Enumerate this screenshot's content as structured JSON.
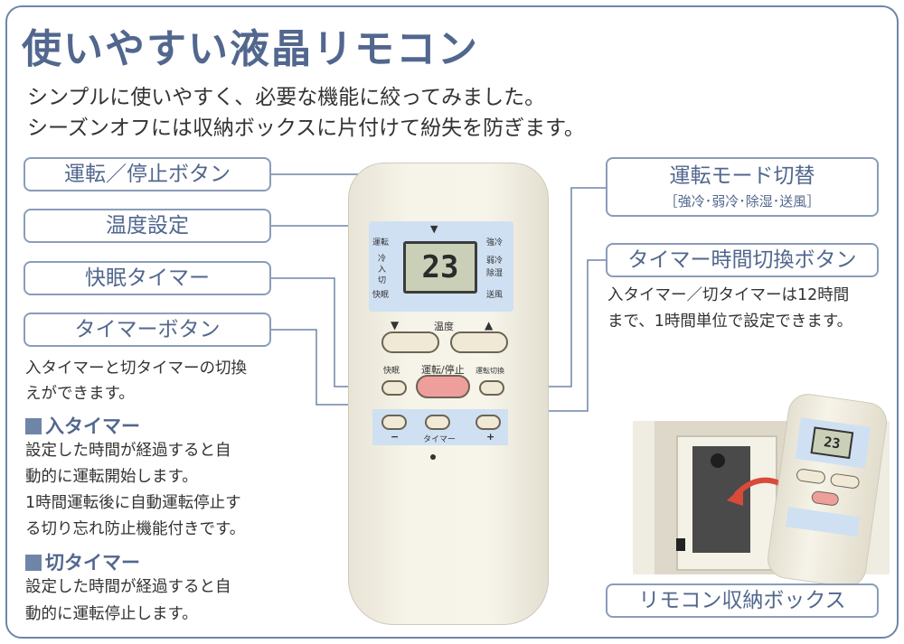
{
  "title": "使いやすい液晶リモコン",
  "subtitle_lines": [
    "シンプルに使いやすく、必要な機能に絞ってみました。",
    "シーズンオフには収納ボックスに片付けて紛失を防ぎます。"
  ],
  "labels": {
    "run_stop": "運転／停止ボタン",
    "temperature": "温度設定",
    "sleep_timer": "快眠タイマー",
    "timer_button": "タイマーボタン",
    "mode_switch": "運転モード切替",
    "mode_options": "［強冷･弱冷･除湿･送風］",
    "timer_switch": "タイマー時間切換ボタン",
    "storage_box": "リモコン収納ボックス"
  },
  "timer_button_desc": [
    "入タイマーと切タイマーの切換",
    "えができます。"
  ],
  "timer_switch_desc": [
    "入タイマー／切タイマーは12時間",
    "まで、1時間単位で設定できます。"
  ],
  "on_timer": {
    "heading": "入タイマー",
    "lines": [
      "設定した時間が経過すると自",
      "動的に運転開始します。",
      "1時間運転後に自動運転停止す",
      "る切り忘れ防止機能付きです。"
    ]
  },
  "off_timer": {
    "heading": "切タイマー",
    "lines": [
      "設定した時間が経過すると自",
      "動的に運転停止します。"
    ]
  },
  "remote": {
    "lcd_temp": "23",
    "lcd_left": [
      "運転",
      "冷",
      "入",
      "切",
      "快眠"
    ],
    "lcd_right": [
      "強冷",
      "弱冷",
      "除湿",
      "送風"
    ],
    "temp_label": "温度",
    "sleep_label": "快眠",
    "run_stop_label": "運転/停止",
    "mode_label": "運転切換",
    "timer_label": "タイマー",
    "minus": "−",
    "plus": "+"
  },
  "colors": {
    "accent": "#52678e",
    "border": "#8a9cb9",
    "run_button": "#ef9f9b",
    "lcd_panel": "#cfe0f2"
  }
}
